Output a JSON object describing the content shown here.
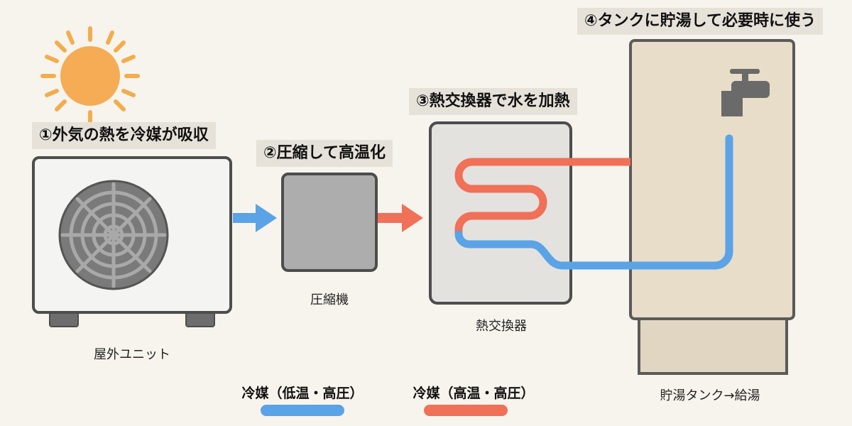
{
  "steps": {
    "step1": "①外気の熱を冷媒が吸収",
    "step2": "②圧縮して高温化",
    "step3": "③熱交換器で水を加熱",
    "step4": "④タンクに貯湯して必要時に使う"
  },
  "components": {
    "outdoor_unit": "屋外ユニット",
    "compressor": "圧縮機",
    "heat_exchanger": "熱交換器",
    "tank": "貯湯タンク→給湯"
  },
  "legend": {
    "cold": {
      "label": "冷媒（低温・高圧）",
      "color": "#5aa3e6"
    },
    "hot": {
      "label": "冷媒（高温・高圧）",
      "color": "#f07058"
    }
  },
  "icons": {
    "sun": "sun-icon",
    "faucet": "faucet-icon",
    "fan": "fan-grille-icon"
  }
}
